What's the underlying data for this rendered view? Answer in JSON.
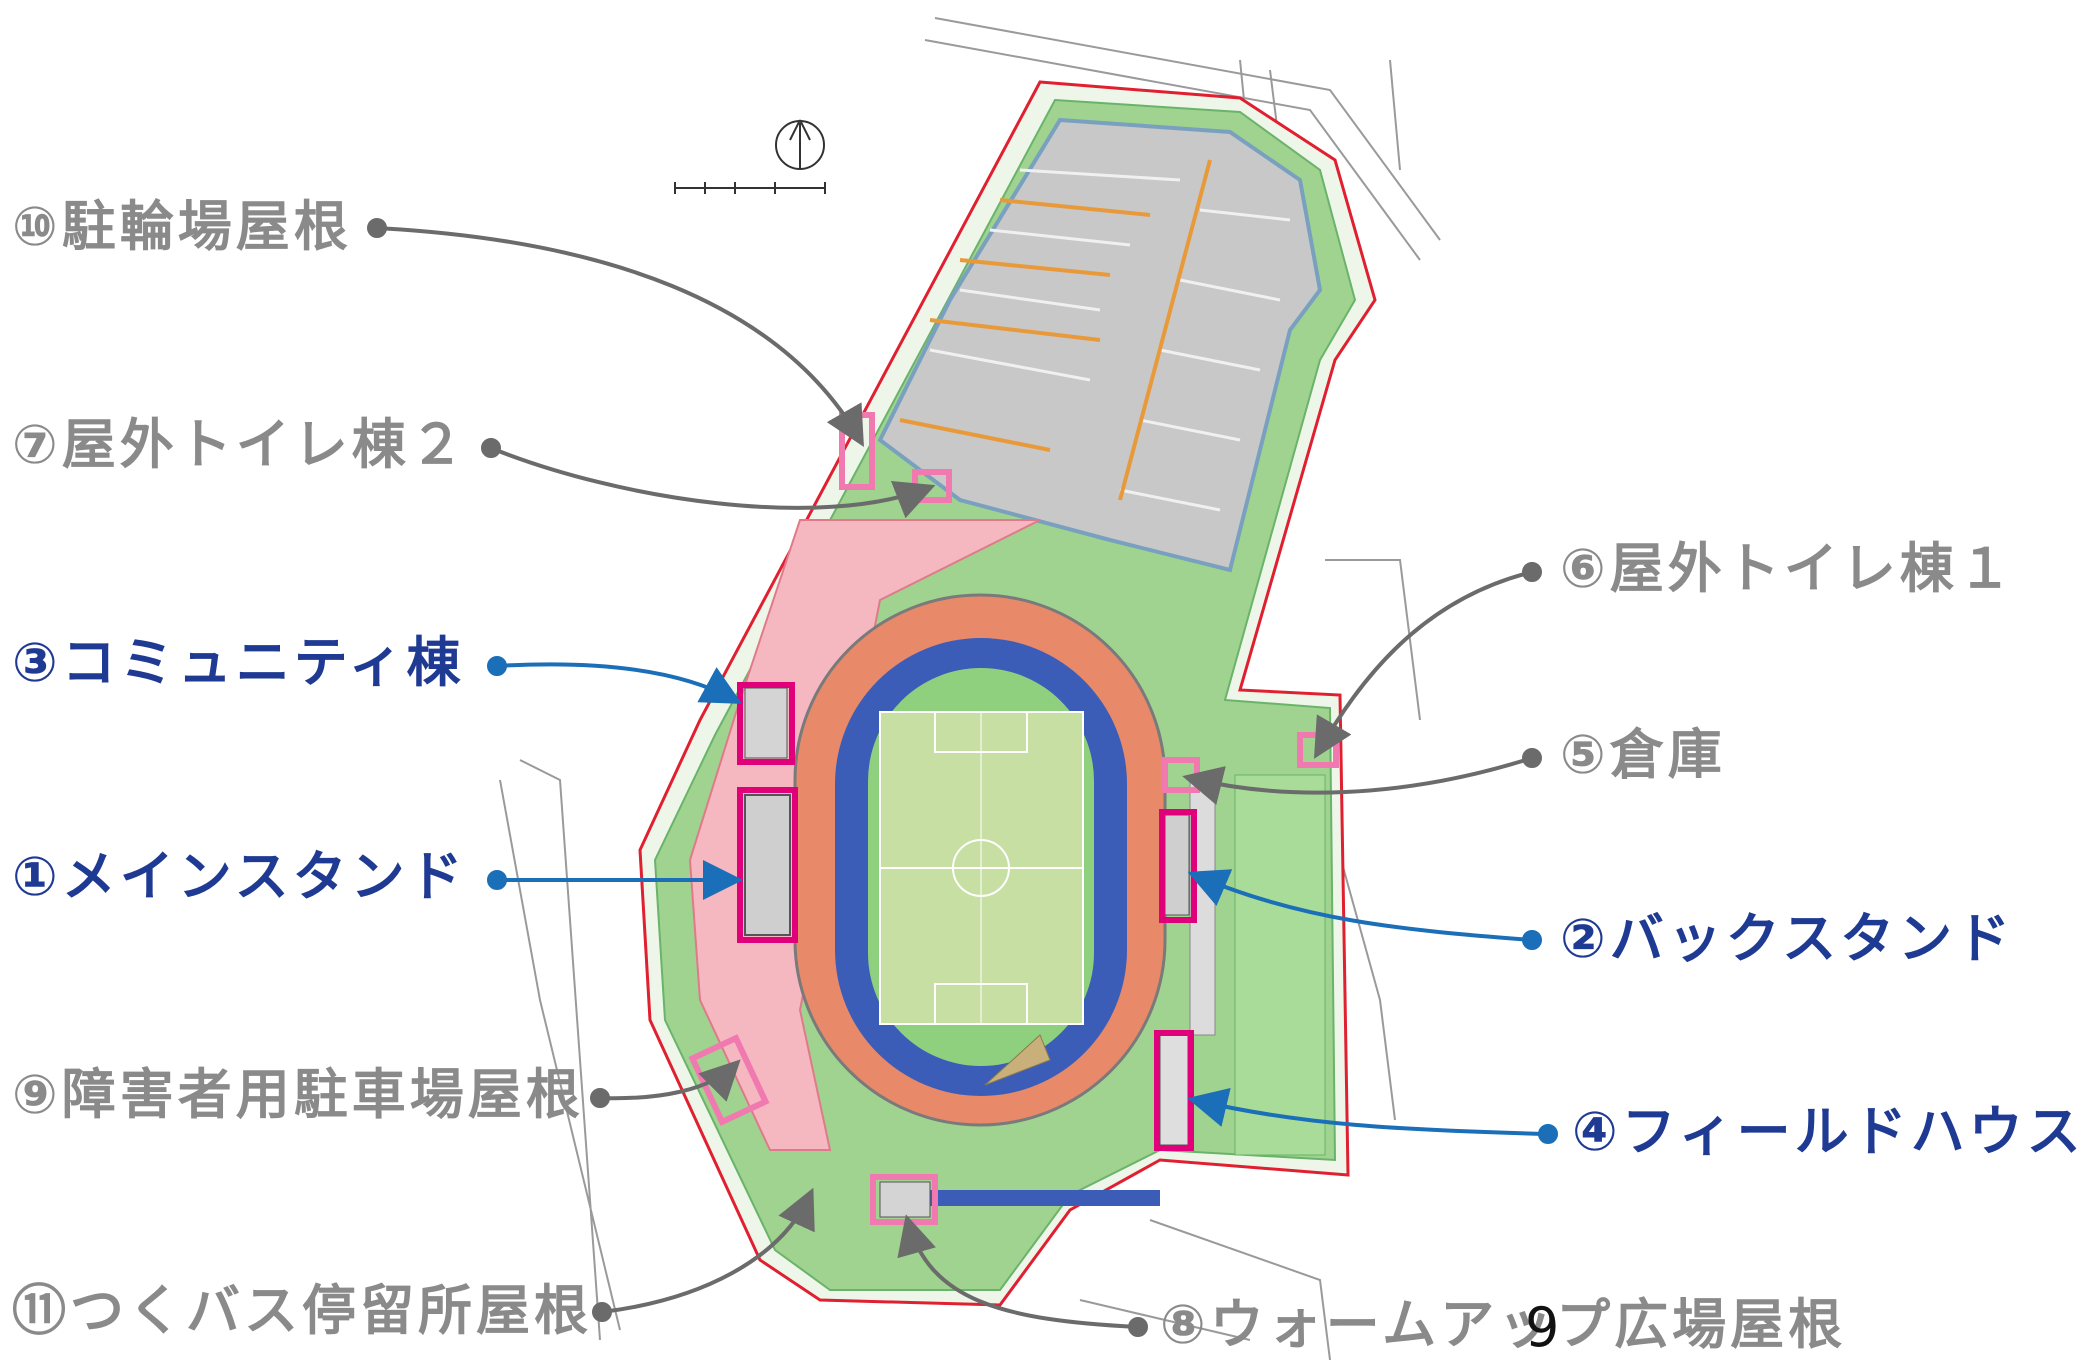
{
  "labels": {
    "l10": "⑩駐輪場屋根",
    "l7": "⑦屋外トイレ棟２",
    "l3": "③コミュニティ棟",
    "l1": "①メインスタンド",
    "l9": "⑨障害者用駐車場屋根",
    "l11": "⑪つくバス停留所屋根",
    "l6": "⑥屋外トイレ棟１",
    "l5": "⑤倉庫",
    "l2": "②バックスタンド",
    "l4": "④フィールドハウス",
    "l8": "⑧ウォームアップ広場屋根"
  },
  "page_number": "9",
  "colors": {
    "gray_label": "#8a8a8a",
    "blue_label": "#1f3a93",
    "magenta_highlight": "#e0007a",
    "pink_highlight": "#f07ab0",
    "track_blue": "#3b5db8",
    "track_orange": "#e88a6a",
    "field_green": "#c7dfa2",
    "lawn_green": "#8ed07e",
    "plaza_pink": "#f6b8c0"
  },
  "icons": {
    "north_arrow": "north-arrow-icon",
    "scale_bar": "scale-bar-icon"
  }
}
